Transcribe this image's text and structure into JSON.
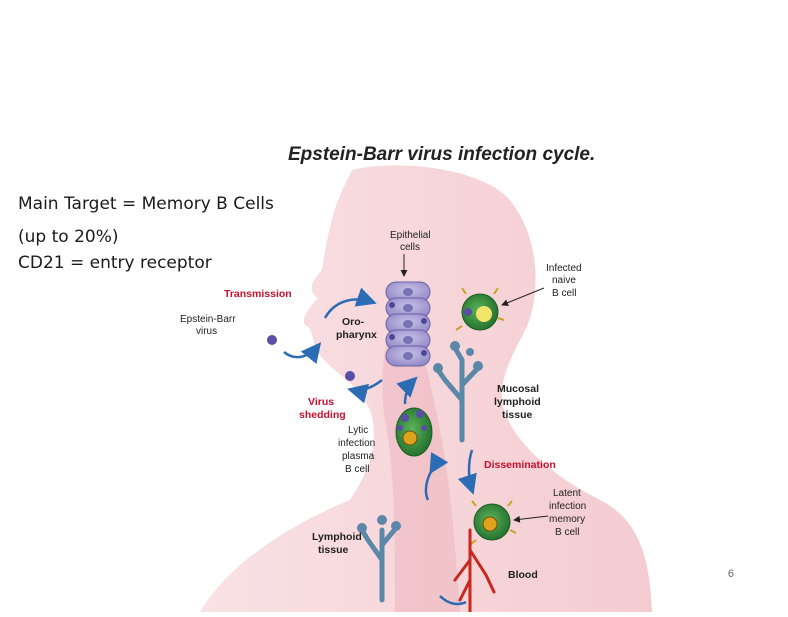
{
  "figure": {
    "title": "Epstein-Barr virus infection cycle.",
    "labels": {
      "epithelial": "Epithelial cells",
      "infected_naive": "Infected naive B cell",
      "transmission": "Transmission",
      "ebv_virus": "Epstein-Barr virus",
      "oropharynx": "Oro- pharynx",
      "mucosal": "Mucosal lymphoid tissue",
      "virus_shedding": "Virus shedding",
      "lytic": "Lytic infection plasma B cell",
      "dissemination": "Dissemination",
      "latent": "Latent infection memory B cell",
      "lymphoid_tissue": "Lymphoid tissue",
      "blood": "Blood"
    }
  },
  "notes": {
    "line1": "Main Target = Memory B Cells",
    "line2": "(up to 20%)",
    "line3": "CD21 = entry receptor"
  },
  "page_number": "6",
  "colors": {
    "body_pink": "#f6d4d8",
    "red_label": "#c8102e",
    "arrow_blue": "#2b6cb5",
    "cell_green": "#2f8a3a",
    "tissue_blue": "#5b87a8",
    "blood_red": "#c8281e"
  }
}
